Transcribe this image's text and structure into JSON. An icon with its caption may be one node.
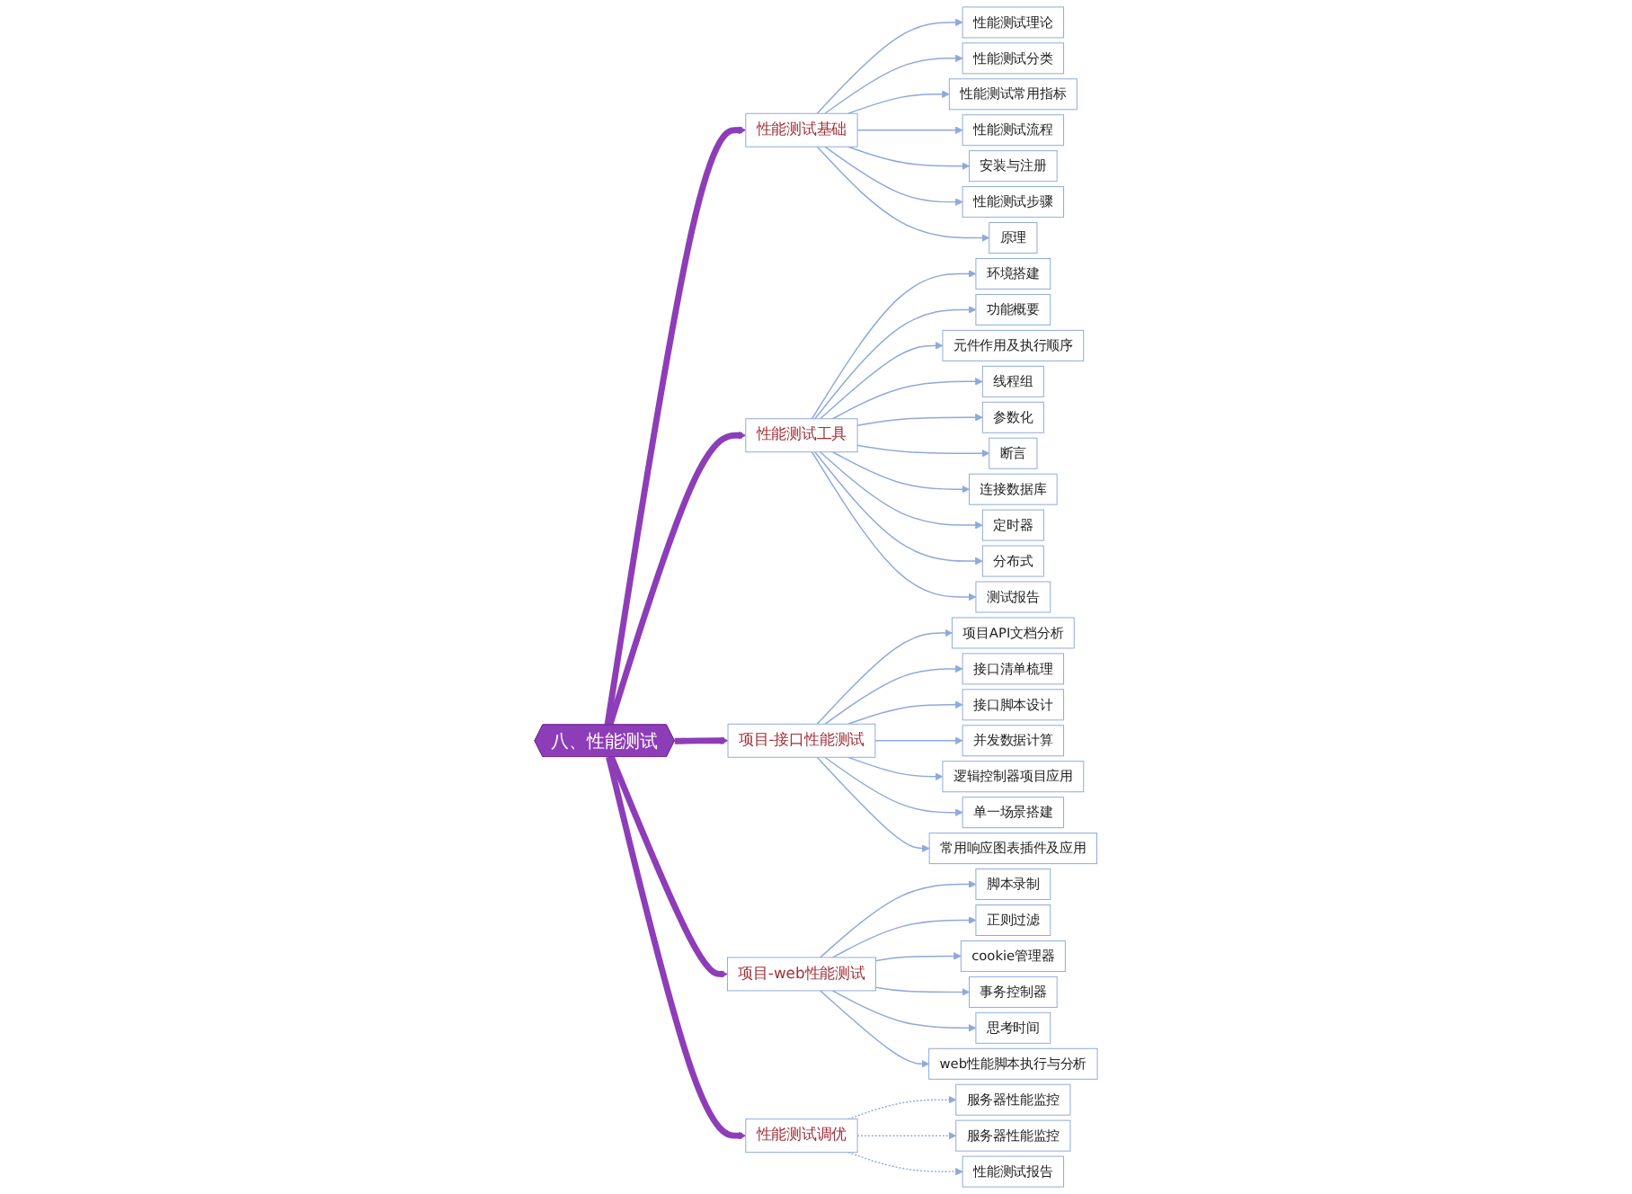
{
  "diagram": {
    "nodes": [
      {
        "text": [
          "八、性能测试"
        ]
      },
      {
        "text": [
          "性能测试基础"
        ]
      },
      {
        "text": [
          "性能测试工具"
        ]
      },
      {
        "text": [
          "项目-接口性能测试"
        ]
      },
      {
        "text": [
          "项目-web性能测试"
        ]
      },
      {
        "text": [
          "性能测试调优"
        ]
      },
      {
        "text": [
          "性能测试理论"
        ]
      },
      {
        "text": [
          "性能测试分类"
        ]
      },
      {
        "text": [
          "性能测试常用指标"
        ]
      },
      {
        "text": [
          "性能测试流程"
        ]
      },
      {
        "text": [
          "安装与注册"
        ]
      },
      {
        "text": [
          "性能测试步骤"
        ]
      },
      {
        "text": [
          "原理"
        ]
      },
      {
        "text": [
          "环境搭建"
        ]
      },
      {
        "text": [
          "功能概要"
        ]
      },
      {
        "text": [
          "元件作用及执行顺序"
        ]
      },
      {
        "text": [
          "线程组"
        ]
      },
      {
        "text": [
          "参数化"
        ]
      },
      {
        "text": [
          "断言"
        ]
      },
      {
        "text": [
          "连接数据库"
        ]
      },
      {
        "text": [
          "定时器"
        ]
      },
      {
        "text": [
          "分布式"
        ]
      },
      {
        "text": [
          "测试报告"
        ]
      },
      {
        "text": [
          "项目API文档分析"
        ]
      },
      {
        "text": [
          "接口清单梳理"
        ]
      },
      {
        "text": [
          "接口脚本设计"
        ]
      },
      {
        "text": [
          "并发数据计算"
        ]
      },
      {
        "text": [
          "逻辑控制器项目应用"
        ]
      },
      {
        "text": [
          "单一场景搭建"
        ]
      },
      {
        "text": [
          "常用响应图表插件及应用"
        ]
      },
      {
        "text": [
          "脚本录制"
        ]
      },
      {
        "text": [
          "正则过滤"
        ]
      },
      {
        "text": [
          "cookie管理器"
        ]
      },
      {
        "text": [
          "事务控制器"
        ]
      },
      {
        "text": [
          "思考时间"
        ]
      },
      {
        "text": [
          "web性能脚本执行与分析"
        ]
      },
      {
        "text": [
          "服务器性能监控"
        ]
      },
      {
        "text": [
          "服务器性能监控"
        ]
      },
      {
        "text": [
          "性能测试报告"
        ]
      }
    ],
    "edges": [
      {
        "from": 0,
        "to": 1,
        "arrow": "to",
        "style": "thick",
        "color": "#8e3db8"
      },
      {
        "from": 0,
        "to": 2,
        "arrow": "to",
        "style": "thick",
        "color": "#8e3db8"
      },
      {
        "from": 0,
        "to": 3,
        "arrow": "to",
        "style": "thick",
        "color": "#8e3db8"
      },
      {
        "from": 0,
        "to": 4,
        "arrow": "to",
        "style": "thick",
        "color": "#8e3db8"
      },
      {
        "from": 0,
        "to": 5,
        "arrow": "to",
        "style": "thick",
        "color": "#8e3db8"
      },
      {
        "from": 1,
        "to": 6,
        "arrow": "to"
      },
      {
        "from": 1,
        "to": 7,
        "arrow": "to"
      },
      {
        "from": 1,
        "to": 8,
        "arrow": "to"
      },
      {
        "from": 1,
        "to": 9,
        "arrow": "to"
      },
      {
        "from": 1,
        "to": 10,
        "arrow": "to"
      },
      {
        "from": 1,
        "to": 11,
        "arrow": "to"
      },
      {
        "from": 1,
        "to": 12,
        "arrow": "to"
      },
      {
        "from": 2,
        "to": 13,
        "arrow": "to"
      },
      {
        "from": 2,
        "to": 14,
        "arrow": "to"
      },
      {
        "from": 2,
        "to": 15,
        "arrow": "to"
      },
      {
        "from": 2,
        "to": 16,
        "arrow": "to"
      },
      {
        "from": 2,
        "to": 17,
        "arrow": "to"
      },
      {
        "from": 2,
        "to": 18,
        "arrow": "to"
      },
      {
        "from": 2,
        "to": 19,
        "arrow": "to"
      },
      {
        "from": 2,
        "to": 20,
        "arrow": "to"
      },
      {
        "from": 2,
        "to": 21,
        "arrow": "to"
      },
      {
        "from": 2,
        "to": 22,
        "arrow": "to"
      },
      {
        "from": 3,
        "to": 23,
        "arrow": "to"
      },
      {
        "from": 3,
        "to": 24,
        "arrow": "to"
      },
      {
        "from": 3,
        "to": 25,
        "arrow": "to"
      },
      {
        "from": 3,
        "to": 26,
        "arrow": "to"
      },
      {
        "from": 3,
        "to": 27,
        "arrow": "to"
      },
      {
        "from": 3,
        "to": 28,
        "arrow": "to"
      },
      {
        "from": 3,
        "to": 29,
        "arrow": "to"
      },
      {
        "from": 4,
        "to": 30,
        "arrow": "to"
      },
      {
        "from": 4,
        "to": 31,
        "arrow": "to"
      },
      {
        "from": 4,
        "to": 32,
        "arrow": "to"
      },
      {
        "from": 4,
        "to": 33,
        "arrow": "to"
      },
      {
        "from": 4,
        "to": 34,
        "arrow": "to"
      },
      {
        "from": 4,
        "to": 35,
        "arrow": "to"
      },
      {
        "from": 5,
        "to": 36,
        "arrow": "to",
        "style": "dashed"
      },
      {
        "from": 5,
        "to": 37,
        "arrow": "to",
        "style": "dashed"
      },
      {
        "from": 5,
        "to": 38,
        "arrow": "to",
        "style": "dashed"
      }
    ]
  }
}
